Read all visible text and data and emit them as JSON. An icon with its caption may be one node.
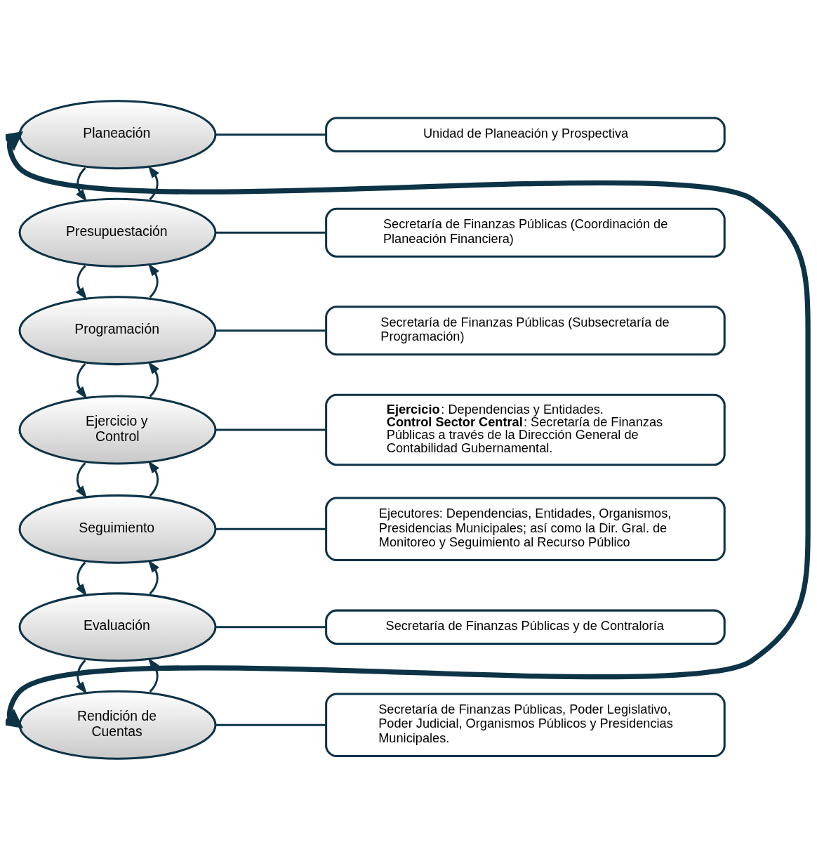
{
  "diagram": {
    "nodes": [
      {
        "text": [
          "Planeación"
        ]
      },
      {
        "text": [
          "Unidad de Planeación y Prospectiva"
        ]
      },
      {
        "text": [
          "Presupuestación"
        ]
      },
      {
        "text": [
          "Secretaría de Finanzas Públicas (Coordinación de Planeación Financiera)"
        ]
      },
      {
        "text": [
          "Programación"
        ]
      },
      {
        "text": [
          "Secretaría de Finanzas Públicas (Subsecretaría de Programación)"
        ]
      },
      {
        "text": [
          "Ejercicio y Control"
        ]
      },
      {
        "text": [
          "**Ejercicio**: Dependencias y Entidades.",
          "**Control Sector Central**: Secretaría de Finanzas Públicas a través de la Dirección General de Contabilidad Gubernamental."
        ]
      },
      {
        "text": [
          "Seguimiento"
        ]
      },
      {
        "text": [
          "Ejecutores: Dependencias, Entidades, Organismos, Presidencias Municipales; así como la Dir. Gral. de Monitoreo y Seguimiento al Recurso Público"
        ]
      },
      {
        "text": [
          "Evaluación"
        ]
      },
      {
        "text": [
          "Secretaría de Finanzas Públicas y de Contraloría"
        ]
      },
      {
        "text": [
          "Rendición de Cuentas"
        ]
      },
      {
        "text": [
          "Secretaría de Finanzas Públicas, Poder Legislativo, Poder Judicial, Organismos Públicos y Presidencias Municipales."
        ]
      }
    ],
    "edges": [
      {
        "from": 0,
        "to": 1,
        "arrow": "none"
      },
      {
        "from": 2,
        "to": 3,
        "arrow": "none"
      },
      {
        "from": 4,
        "to": 5,
        "arrow": "none"
      },
      {
        "from": 6,
        "to": 7,
        "arrow": "none"
      },
      {
        "from": 8,
        "to": 9,
        "arrow": "none"
      },
      {
        "from": 10,
        "to": 11,
        "arrow": "none"
      },
      {
        "from": 12,
        "to": 13,
        "arrow": "none"
      },
      {
        "from": 0,
        "to": 2,
        "arrow": "to"
      },
      {
        "from": 2,
        "to": 0,
        "arrow": "to"
      },
      {
        "from": 2,
        "to": 4,
        "arrow": "to"
      },
      {
        "from": 4,
        "to": 2,
        "arrow": "to"
      },
      {
        "from": 4,
        "to": 6,
        "arrow": "to"
      },
      {
        "from": 6,
        "to": 4,
        "arrow": "to"
      },
      {
        "from": 6,
        "to": 8,
        "arrow": "to"
      },
      {
        "from": 8,
        "to": 6,
        "arrow": "to"
      },
      {
        "from": 8,
        "to": 10,
        "arrow": "to"
      },
      {
        "from": 10,
        "to": 8,
        "arrow": "to"
      },
      {
        "from": 10,
        "to": 12,
        "arrow": "to"
      },
      {
        "from": 12,
        "to": 10,
        "arrow": "to"
      },
      {
        "from": 12,
        "to": 0,
        "arrow": "both",
        "style": "thick"
      }
    ]
  }
}
